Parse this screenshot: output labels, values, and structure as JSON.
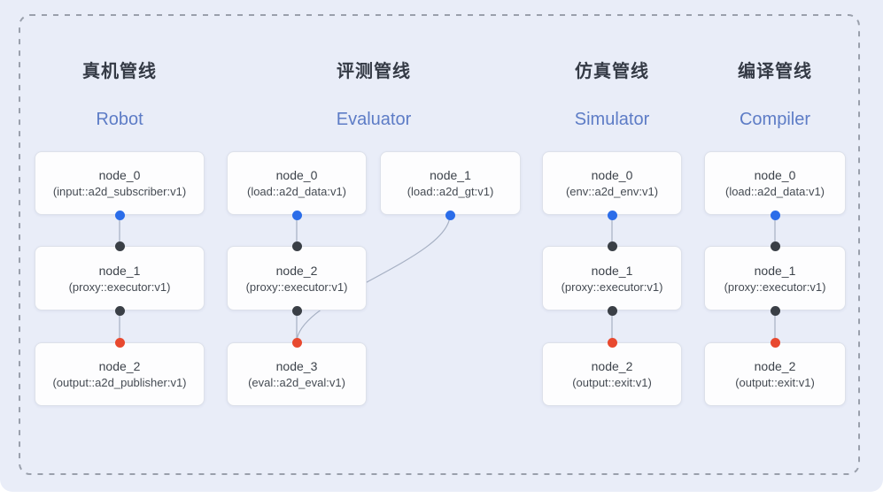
{
  "colors": {
    "canvas_bg": "#e9edf8",
    "node_bg": "#fdfdfe",
    "node_border": "#dde1ea",
    "dashed_border": "#9aa0ac",
    "edge_line": "#a6b0c3",
    "title_zh_color": "#343a45",
    "title_en_blue": "#5d7cc6",
    "port_blue": "#2b6de9",
    "port_black": "#3a3f46",
    "port_red": "#e8492f"
  },
  "pipelines": [
    {
      "title_zh": "真机管线",
      "title_en": "Robot",
      "nodes": [
        {
          "name": "node_0",
          "type": "(input::a2d_subscriber:v1)"
        },
        {
          "name": "node_1",
          "type": "(proxy::executor:v1)"
        },
        {
          "name": "node_2",
          "type": "(output::a2d_publisher:v1)"
        }
      ]
    },
    {
      "title_zh": "评测管线",
      "title_en": "Evaluator",
      "nodes": [
        {
          "name": "node_0",
          "type": "(load::a2d_data:v1)"
        },
        {
          "name": "node_1",
          "type": "(load::a2d_gt:v1)"
        },
        {
          "name": "node_2",
          "type": "(proxy::executor:v1)"
        },
        {
          "name": "node_3",
          "type": "(eval::a2d_eval:v1)"
        }
      ]
    },
    {
      "title_zh": "仿真管线",
      "title_en": "Simulator",
      "nodes": [
        {
          "name": "node_0",
          "type": "(env::a2d_env:v1)"
        },
        {
          "name": "node_1",
          "type": "(proxy::executor:v1)"
        },
        {
          "name": "node_2",
          "type": "(output::exit:v1)"
        }
      ]
    },
    {
      "title_zh": "编译管线",
      "title_en": "Compiler",
      "nodes": [
        {
          "name": "node_0",
          "type": "(load::a2d_data:v1)"
        },
        {
          "name": "node_1",
          "type": "(proxy::executor:v1)"
        },
        {
          "name": "node_2",
          "type": "(output::exit:v1)"
        }
      ]
    }
  ],
  "edges": [
    {
      "pipeline": "Robot",
      "from": "node_0",
      "to": "node_1",
      "source_port": "blue",
      "target_port": "black",
      "shape": "straight"
    },
    {
      "pipeline": "Robot",
      "from": "node_1",
      "to": "node_2",
      "source_port": "black",
      "target_port": "red",
      "shape": "straight"
    },
    {
      "pipeline": "Evaluator",
      "from": "node_0",
      "to": "node_2",
      "source_port": "blue",
      "target_port": "black",
      "shape": "straight"
    },
    {
      "pipeline": "Evaluator",
      "from": "node_1",
      "to": "node_3",
      "source_port": "blue",
      "target_port": "red",
      "shape": "curved"
    },
    {
      "pipeline": "Evaluator",
      "from": "node_2",
      "to": "node_3",
      "source_port": "black",
      "target_port": "red",
      "shape": "straight"
    },
    {
      "pipeline": "Simulator",
      "from": "node_0",
      "to": "node_1",
      "source_port": "blue",
      "target_port": "black",
      "shape": "straight"
    },
    {
      "pipeline": "Simulator",
      "from": "node_1",
      "to": "node_2",
      "source_port": "black",
      "target_port": "red",
      "shape": "straight"
    },
    {
      "pipeline": "Compiler",
      "from": "node_0",
      "to": "node_1",
      "source_port": "blue",
      "target_port": "black",
      "shape": "straight"
    },
    {
      "pipeline": "Compiler",
      "from": "node_1",
      "to": "node_2",
      "source_port": "black",
      "target_port": "red",
      "shape": "straight"
    }
  ]
}
